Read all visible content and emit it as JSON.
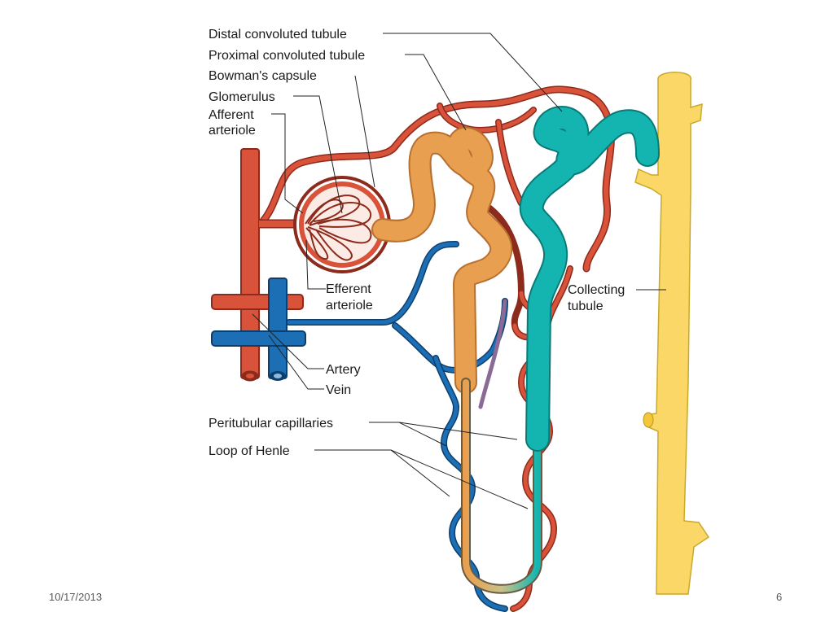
{
  "labels": {
    "distal": "Distal convoluted tubule",
    "proximal": "Proximal convoluted tubule",
    "bowmans": "Bowman's  capsule",
    "glomerulus": "Glomerulus",
    "afferent_1": "Afferent",
    "afferent_2": "arteriole",
    "efferent_1": "Efferent",
    "efferent_2": "arteriole",
    "collecting_1": "Collecting",
    "collecting_2": "tubule",
    "artery": "Artery",
    "vein": "Vein",
    "peritubular": "Peritubular capillaries",
    "henle": "Loop of Henle"
  },
  "footer": {
    "date": "10/17/2013",
    "page": "6"
  },
  "colors": {
    "artery": "#d9533b",
    "artery_outline": "#8c2a1c",
    "vein": "#1c6fb5",
    "vein_outline": "#0d3f6e",
    "proximal": "#e8a050",
    "distal": "#14b5b0",
    "collecting": "#fad766",
    "capillary_mix": "#8a6a96"
  }
}
